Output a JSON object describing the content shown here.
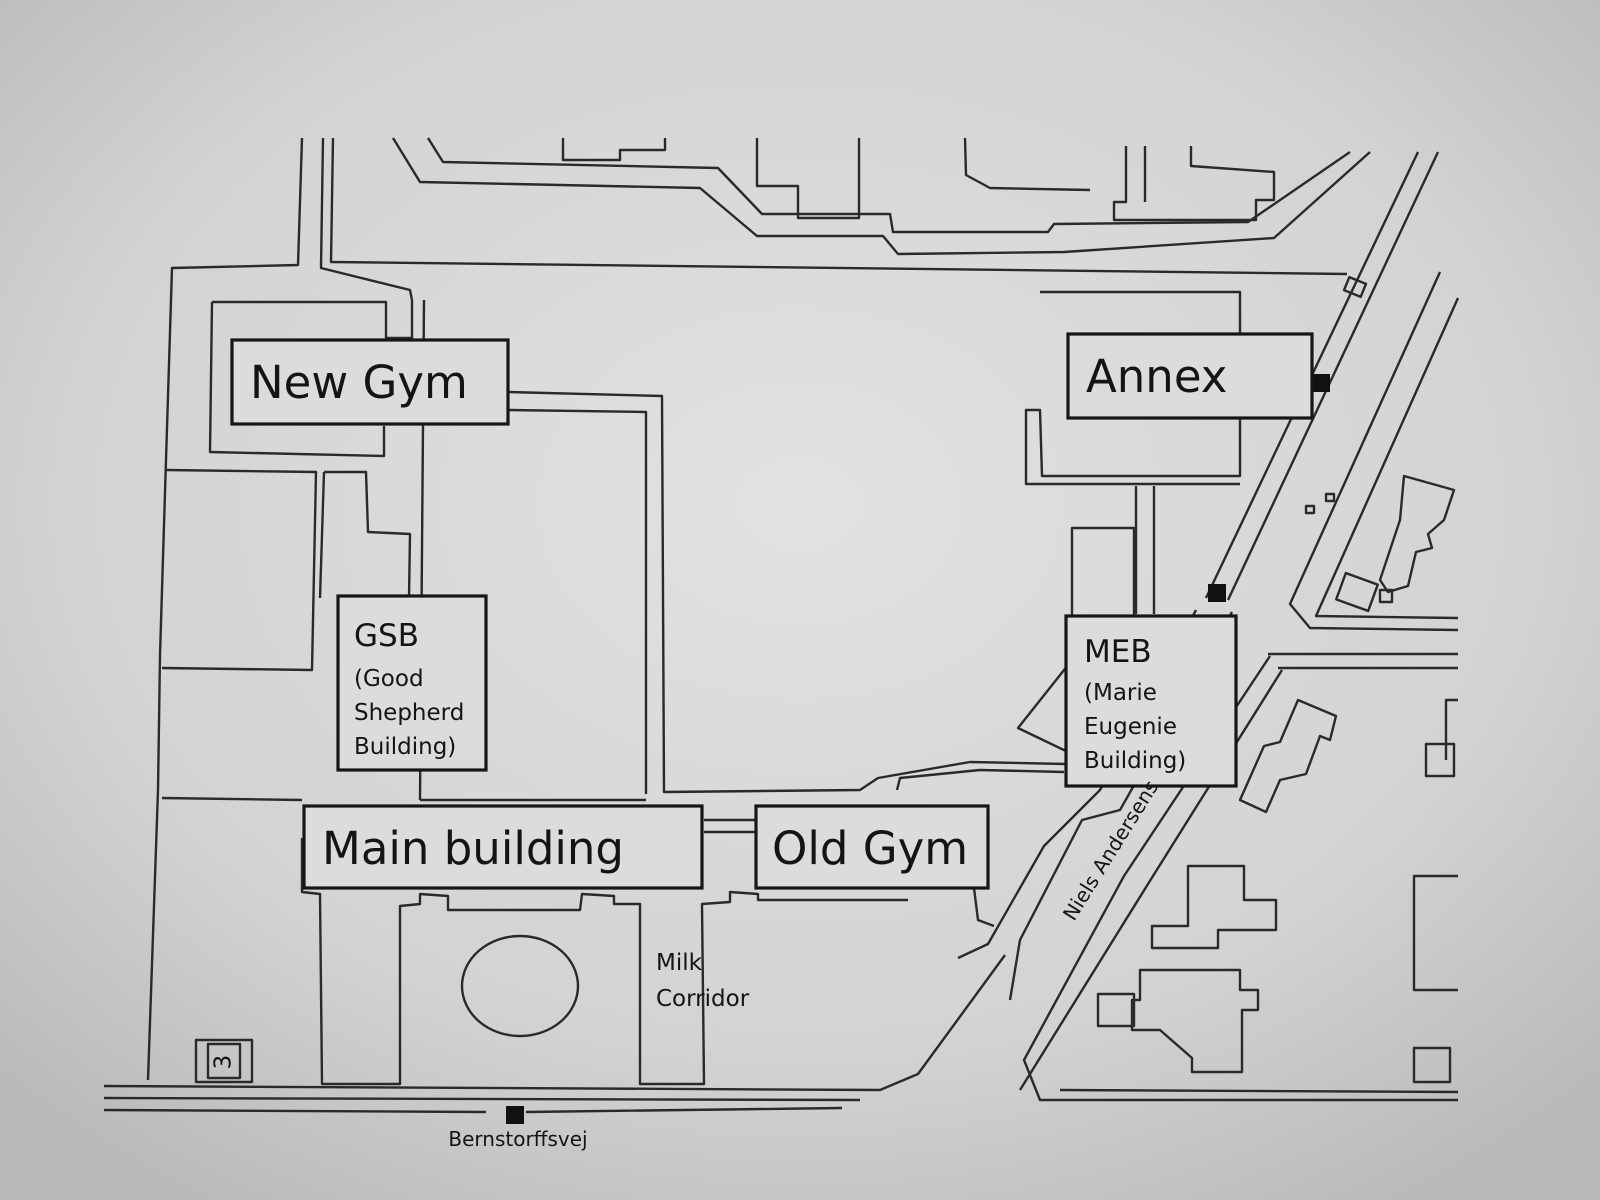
{
  "buildings": {
    "new_gym": "New Gym",
    "annex": "Annex",
    "gsb": {
      "code": "GSB",
      "line1": "(Good",
      "line2": "Shepherd",
      "line3": "Building)"
    },
    "meb": {
      "code": "MEB",
      "line1": "(Marie",
      "line2": "Eugenie",
      "line3": "Building)"
    },
    "main_building": "Main building",
    "old_gym": "Old Gym"
  },
  "annotations": {
    "milk_corridor_line1": "Milk",
    "milk_corridor_line2": "Corridor",
    "small_block_number": "3"
  },
  "streets": {
    "bernstorffsvej": "Bernstorffsvej",
    "niels_andersens": "Niels Andersens"
  },
  "colors": {
    "paper": "#d2d2d0",
    "ink": "#1e1e1e",
    "label_box_fill": "#dcdcda"
  }
}
